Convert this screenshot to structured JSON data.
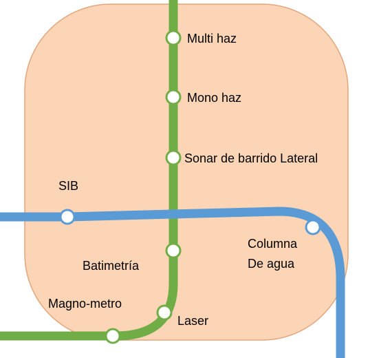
{
  "diagram": {
    "colors": {
      "area_fill": "#fbd5b5",
      "area_stroke": "#e3a57c",
      "green_line": "#70ad47",
      "blue_line": "#5b9bd5",
      "station_fill": "#ffffff"
    },
    "green_line": {
      "stations": [
        {
          "label": "Multi haz"
        },
        {
          "label": "Mono haz"
        },
        {
          "label": "Sonar de barrido Lateral"
        },
        {
          "label": "Batimetría"
        },
        {
          "label": "Laser"
        },
        {
          "label": "Magno-metro"
        }
      ]
    },
    "blue_line": {
      "stations": [
        {
          "label": "SIB"
        },
        {
          "label_line1": "Columna",
          "label_line2": "De agua"
        }
      ]
    }
  }
}
